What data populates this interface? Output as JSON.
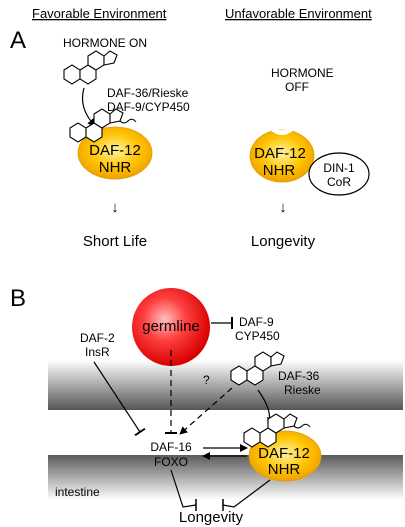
{
  "panel_a": {
    "letter": "A",
    "title_left": "Favorable Environment",
    "title_right": "Unfavorable Environment",
    "hormone_on": "HORMONE ON",
    "hormone_off_1": "HORMONE",
    "hormone_off_2": "OFF",
    "enzyme_1": "DAF-36/Rieske",
    "enzyme_2": "DAF-9/CYP450",
    "receptor_1": "DAF-12",
    "receptor_2": "NHR",
    "corepressor_1": "DIN-1",
    "corepressor_2": "CoR",
    "outcome_left": "Short Life",
    "outcome_right": "Longevity",
    "down_arrow": "↓"
  },
  "panel_b": {
    "letter": "B",
    "germline": "germline",
    "daf2_1": "DAF-2",
    "daf2_2": "InsR",
    "daf9_1": "DAF-9",
    "daf9_2": "CYP450",
    "daf36_1": "DAF-36",
    "daf36_2": "Rieske",
    "question": "?",
    "daf16_1": "DAF-16",
    "daf16_2": "FOXO",
    "receptor_1": "DAF-12",
    "receptor_2": "NHR",
    "tissue": "intestine",
    "outcome": "Longevity"
  },
  "colors": {
    "receptor_fill": "#f5b800",
    "germline_fill": "#e8191e",
    "membrane_dark": "#555555"
  }
}
